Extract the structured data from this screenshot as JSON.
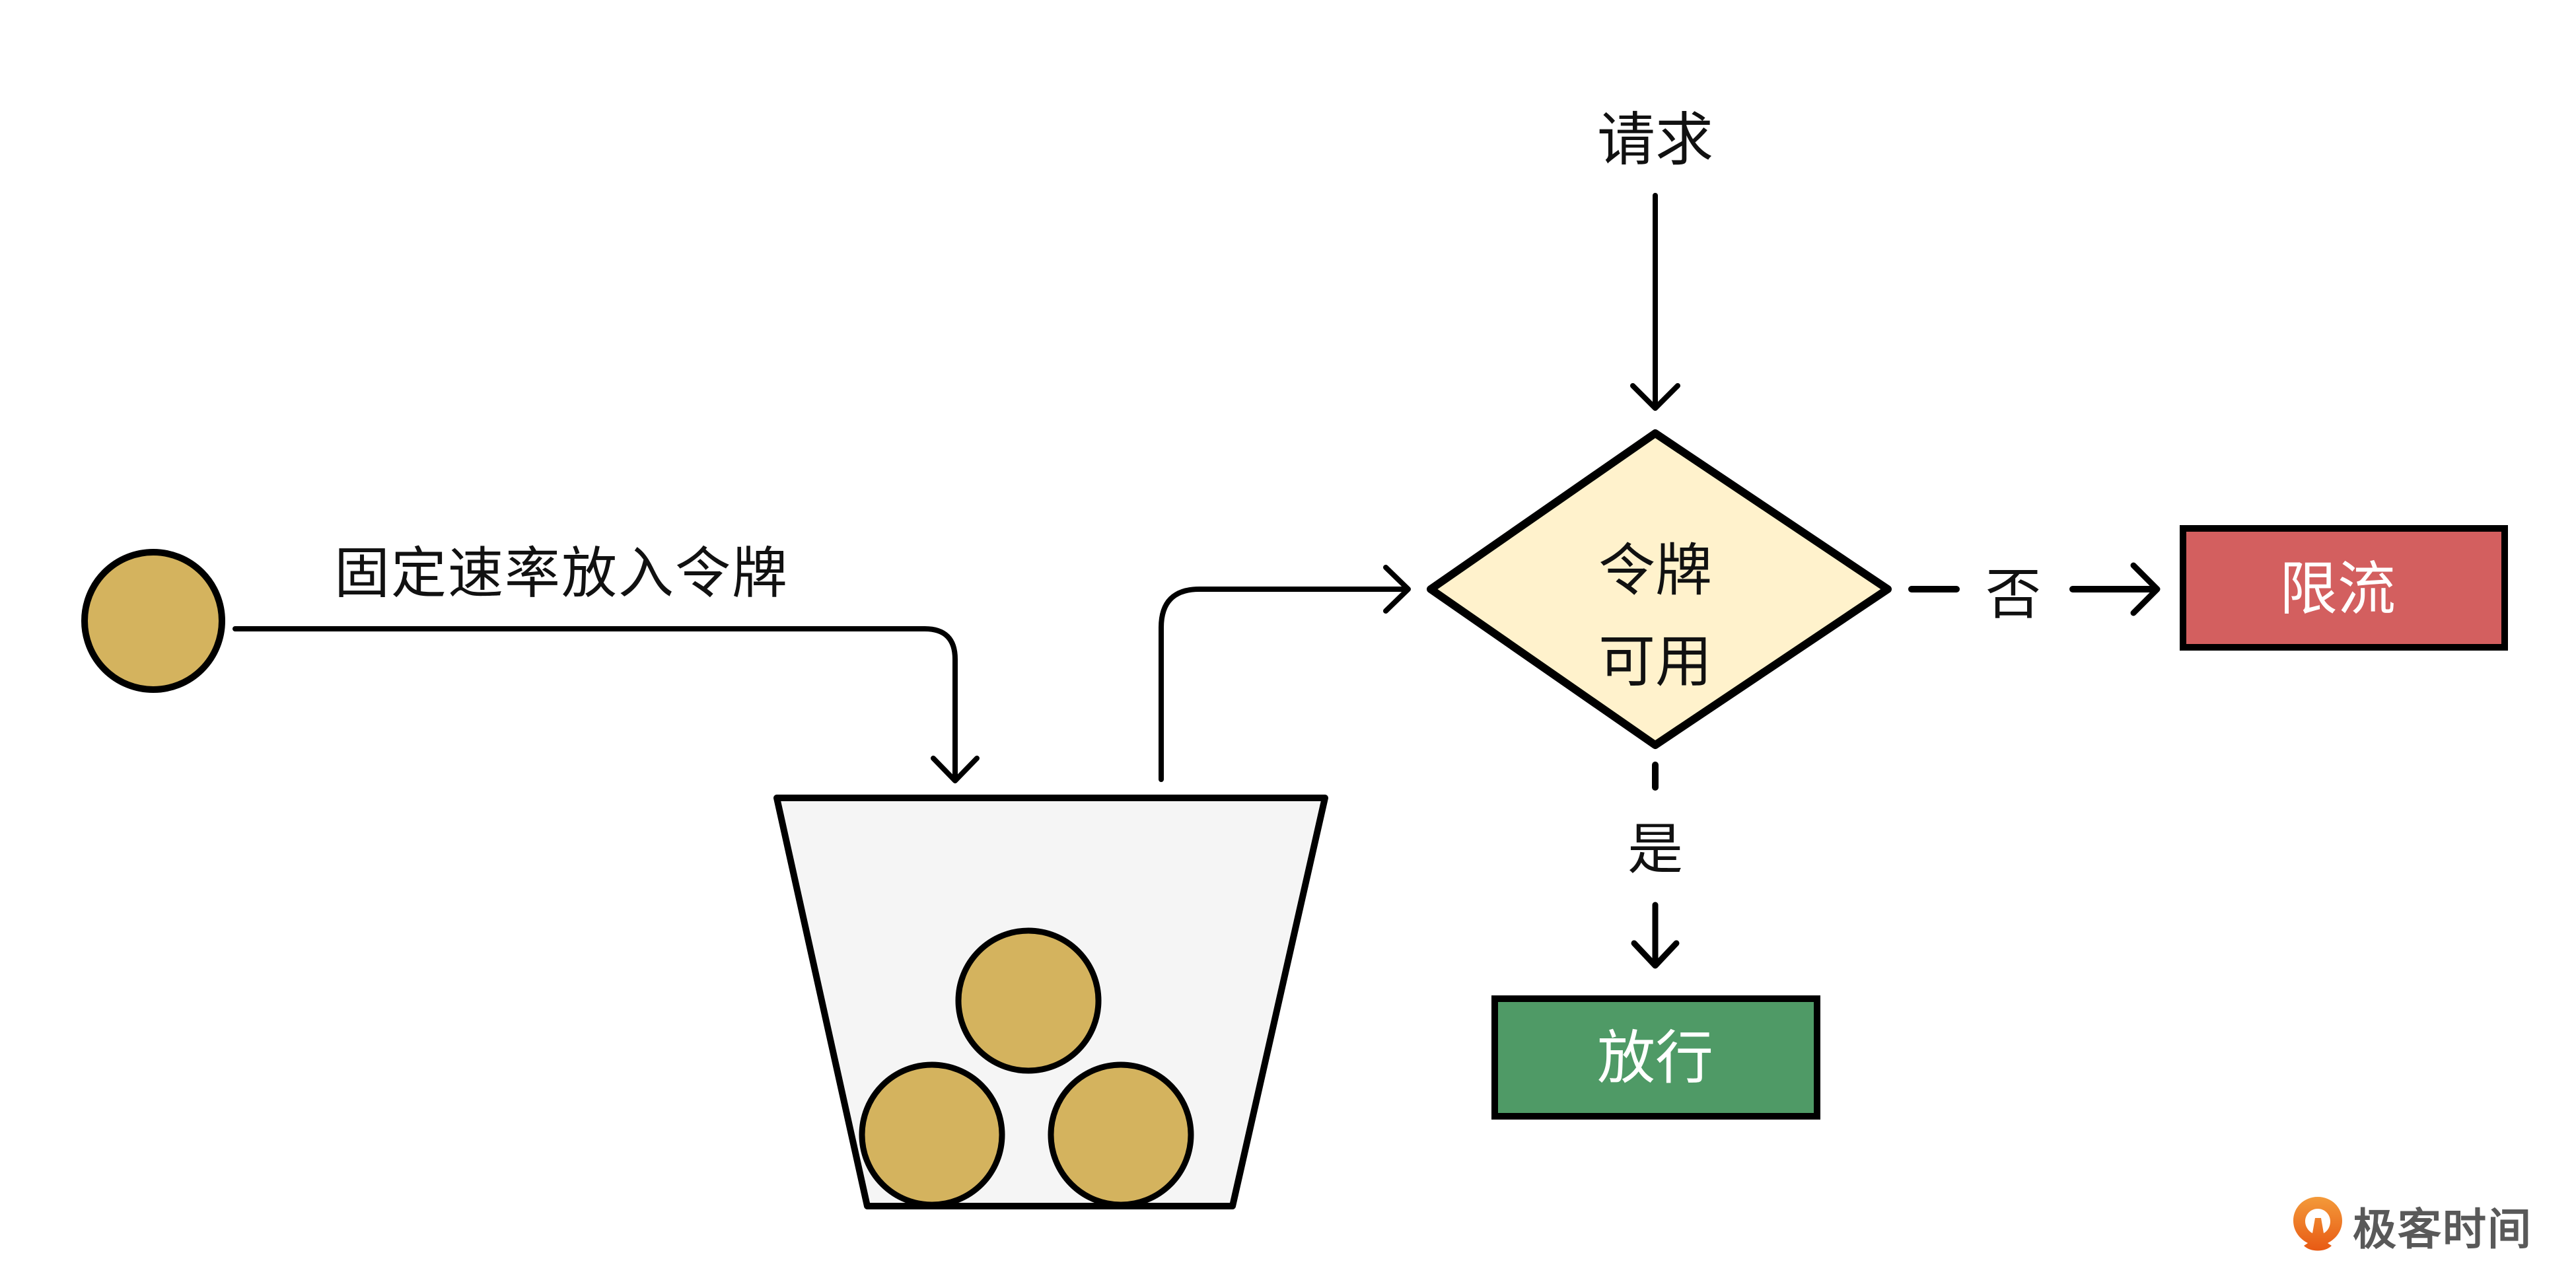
{
  "diagram": {
    "title": "令牌桶限流",
    "source_label": "固定速率放入令牌",
    "request_label": "请求",
    "decision": {
      "line1": "令牌",
      "line2": "可用"
    },
    "branch_no_label": "否",
    "branch_yes_label": "是",
    "reject_box_label": "限流",
    "allow_box_label": "放行",
    "tokens_in_bucket": 3
  },
  "colors": {
    "token": "#D4B35E",
    "bucket": "#F5F5F5",
    "decision": "#FFF2CC",
    "reject": "#D35F5F",
    "allow": "#4F9A66",
    "stroke": "#000000",
    "brand_orange": "#EE6A1F",
    "brand_text": "#595959"
  },
  "brand": {
    "name": "极客时间",
    "icon": "geektime-logo-icon"
  }
}
